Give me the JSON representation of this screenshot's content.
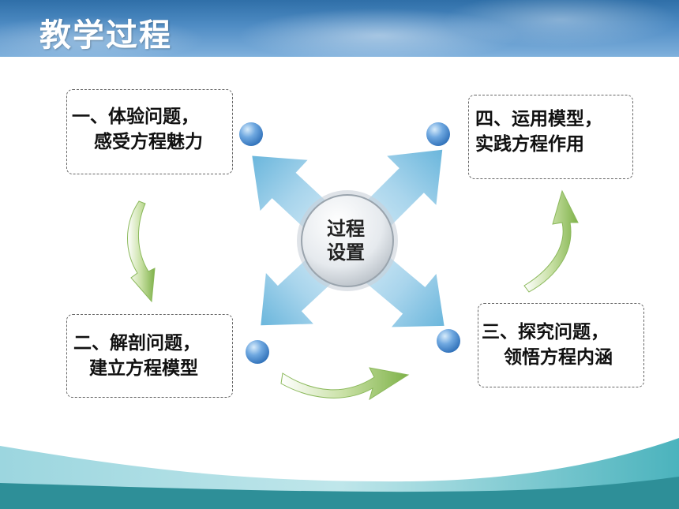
{
  "header": {
    "title": "教学过程"
  },
  "center": {
    "line1": "过程",
    "line2": "设置"
  },
  "steps": [
    {
      "line1": "一、体验问题，",
      "line2": "感受方程魅力"
    },
    {
      "line1": "二、解剖问题，",
      "line2": "建立方程模型"
    },
    {
      "line1": "三、探究问题，",
      "line2": "领悟方程内涵"
    },
    {
      "line1": "四、运用模型，",
      "line2": "实践方程作用"
    }
  ]
}
